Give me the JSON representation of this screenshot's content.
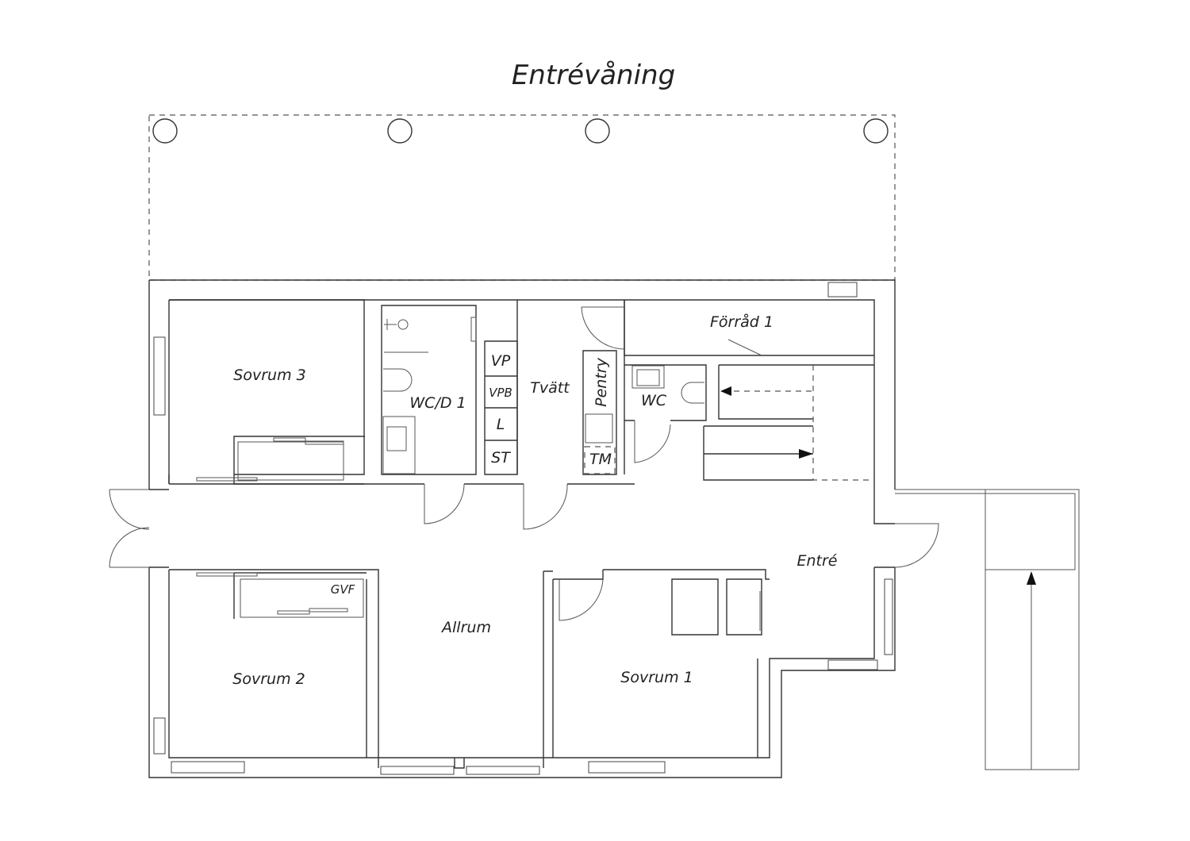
{
  "title": "Entrévåning",
  "rooms": {
    "sovrum3": "Sovrum 3",
    "sovrum2": "Sovrum 2",
    "sovrum1": "Sovrum 1",
    "allrum": "Allrum",
    "wcd1": "WC/D 1",
    "tvatt": "Tvätt",
    "pentry": "Pentry",
    "forrad1": "Förråd 1",
    "wc": "WC",
    "entre": "Entré"
  },
  "fixtures": {
    "vp": "VP",
    "vpb": "VPB",
    "l": "L",
    "st": "ST",
    "tm": "TM",
    "gvf": "GVF"
  }
}
